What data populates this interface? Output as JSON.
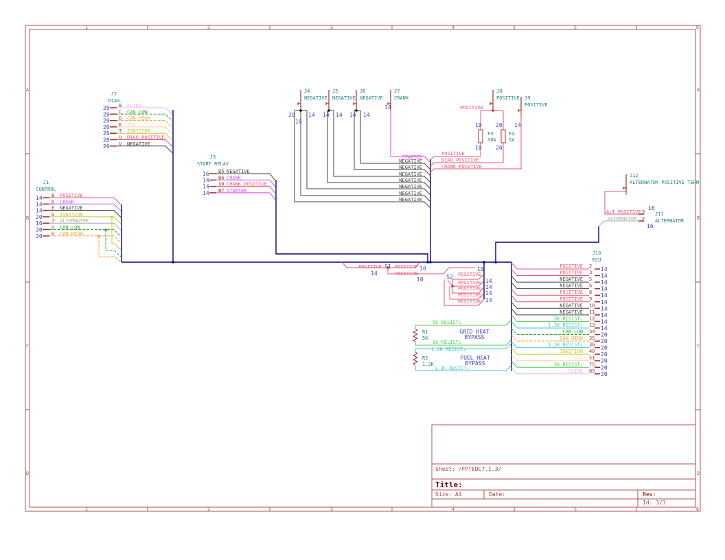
{
  "sheet": {
    "columns": [
      "1",
      "2",
      "3",
      "4",
      "5",
      "6"
    ],
    "rows": [
      "A",
      "B",
      "C",
      "D"
    ]
  },
  "title_block": {
    "sheet": "Sheet: /FPTEDC7.1.3/",
    "title": "Title:",
    "size": "Size: A4",
    "date": "Date:",
    "rev": "Rev:",
    "id": "Id: 3/3"
  },
  "colors": {
    "positive": "#f0506e",
    "crank": "#c060f0",
    "negative": "#404040",
    "ignition": "#c8c832",
    "alternator": "#a8a8a8",
    "can_low": "#30a830",
    "can_high": "#f8a030",
    "ess": "#f8d0a8",
    "kline": "#f0b0f0",
    "starter": "#e040e0",
    "resist5k": "#50c850",
    "resist13k": "#40c8c8",
    "bus": "#000084",
    "frame": "#b05050",
    "pin": "#a03030"
  },
  "j2": {
    "ref": "J2",
    "name": "DIAG",
    "pins": [
      {
        "pin": "B",
        "gauge": "20",
        "net": "KLINE",
        "color": "kline"
      },
      {
        "pin": "C",
        "gauge": "20",
        "net": "CAN LOW",
        "color": "can_low"
      },
      {
        "pin": "D",
        "gauge": "20",
        "net": "CAN HIGH",
        "color": "can_high"
      },
      {
        "pin": "E",
        "gauge": "20",
        "net": "ESS",
        "color": "ess"
      },
      {
        "pin": "T",
        "gauge": "20",
        "net": "IGNITION",
        "color": "ignition"
      },
      {
        "pin": "U",
        "gauge": "20",
        "net": "DIAG POSITIVE",
        "color": "positive"
      },
      {
        "pin": "V",
        "gauge": "20",
        "net": "NEGATIVE",
        "color": "negative"
      }
    ]
  },
  "j1": {
    "ref": "J1",
    "name": "CONTROL",
    "pins": [
      {
        "pin": "B",
        "gauge": "14",
        "net": "POSITIVE",
        "color": "positive"
      },
      {
        "pin": "D",
        "gauge": "14",
        "net": "CRANK",
        "color": "crank"
      },
      {
        "pin": "E",
        "gauge": "14",
        "net": "NEGATIVE",
        "color": "negative"
      },
      {
        "pin": "G",
        "gauge": "20",
        "net": "IGNITION",
        "color": "ignition"
      },
      {
        "pin": "J",
        "gauge": "16",
        "net": "ALTERNATOR",
        "color": "alternator"
      },
      {
        "pin": "U",
        "gauge": "20",
        "net": "CAN LOW",
        "color": "can_low"
      },
      {
        "pin": "V",
        "gauge": "20",
        "net": "CAN HIGH",
        "color": "can_high"
      }
    ]
  },
  "j3": {
    "ref": "J3",
    "name": "START RELAY",
    "pins": [
      {
        "pin": "B5",
        "gauge": "16",
        "net": "NEGATIVE",
        "color": "negative"
      },
      {
        "pin": "B6",
        "gauge": "14",
        "net": "CRANK",
        "color": "crank"
      },
      {
        "pin": "30",
        "gauge": "14",
        "net": "CRANK POSITIVE",
        "color": "positive"
      },
      {
        "pin": "B7",
        "gauge": "14",
        "net": "STARTER",
        "color": "starter"
      }
    ]
  },
  "terminals": [
    {
      "ref": "J4",
      "name": "NEGATIVE"
    },
    {
      "ref": "J5",
      "name": "NEGATIVE"
    },
    {
      "ref": "J6",
      "name": "NEGATIVE"
    },
    {
      "ref": "J7",
      "name": "CRANK"
    },
    {
      "ref": "J8",
      "name": "POSITIVE"
    },
    {
      "ref": "J9",
      "name": "POSITIVE"
    },
    {
      "ref": "J12",
      "name": "ALTERNATOR POSITIVE TERM"
    }
  ],
  "negatives": {
    "gauges": [
      "20",
      "16",
      "14",
      "14",
      "14",
      "14",
      "14"
    ],
    "labels": [
      "NEGATIVE",
      "NEGATIVE",
      "NEGATIVE",
      "NEGATIVE",
      "NEGATIVE",
      "NEGATIVE",
      "NEGATIVE"
    ],
    "starter_label": "STARTER",
    "starter_gauge": "14"
  },
  "fuses": {
    "junction_label": "POSITIVE",
    "f3": {
      "ref": "F3",
      "value": "30A",
      "gauge_top": "10",
      "gauge_bottom": "10"
    },
    "f4": {
      "ref": "F4",
      "value": "5A",
      "gauge_top": "20",
      "gauge_bottom": "20"
    },
    "j9_gauge": "14",
    "wires": [
      "POSITIVE",
      "DIAG POSITIVE",
      "CRANK POSITIVE"
    ]
  },
  "j11": {
    "ref": "J11",
    "name": "ALTERNATOR",
    "pins": [
      {
        "pin": "3",
        "gauge": "16",
        "net": "ALT POSITIVE",
        "color": "positive"
      },
      {
        "pin": "2",
        "gauge": "16",
        "net": "ALTERNATOR",
        "color": "alternator"
      }
    ]
  },
  "splices": {
    "s1": {
      "ref": "S1",
      "left_label": "POSITIVE",
      "left_gauge": "14",
      "right_label": "POSITIVE",
      "right_gauge": "10",
      "lower_label": "POSITIVE",
      "lower_gauge": "10"
    },
    "s2": {
      "ref": "S2",
      "top_label": "POSITIVE",
      "top_gauge": "10",
      "labels": [
        "POSITIVE",
        "POSITIVE",
        "POSITIVE",
        "POSITIVE"
      ],
      "gauges": [
        "14",
        "14",
        "14",
        "14"
      ]
    }
  },
  "resistors": {
    "r1": {
      "ref": "R1",
      "value": "5K",
      "label": "GRID HEAT",
      "label2": "BYPASS",
      "top": "5K RESIST₁",
      "bottom": "5K RESIST₂"
    },
    "r2": {
      "ref": "R2",
      "value": "1.3K",
      "label": "FUEL HEAT",
      "label2": "BYPASS",
      "top": "1.3K RESIST₁",
      "bottom": "1.3K RESIST₂"
    }
  },
  "j10": {
    "ref": "J10",
    "name": "ECU",
    "pins": [
      {
        "pin": "2",
        "gauge": "14",
        "net": "POSITIVE",
        "color": "positive"
      },
      {
        "pin": "3",
        "gauge": "14",
        "net": "POSITIVE",
        "color": "positive"
      },
      {
        "pin": "5",
        "gauge": "14",
        "net": "NEGATIVE",
        "color": "negative"
      },
      {
        "pin": "6",
        "gauge": "14",
        "net": "NEGATIVE",
        "color": "negative"
      },
      {
        "pin": "8",
        "gauge": "14",
        "net": "POSITIVE",
        "color": "positive"
      },
      {
        "pin": "9",
        "gauge": "14",
        "net": "POSITIVE",
        "color": "positive"
      },
      {
        "pin": "10",
        "gauge": "14",
        "net": "NEGATIVE",
        "color": "negative"
      },
      {
        "pin": "11",
        "gauge": "14",
        "net": "NEGATIVE",
        "color": "negative"
      },
      {
        "pin": "12",
        "gauge": "14",
        "net": "5K RESIST₁",
        "color": "resist5k"
      },
      {
        "pin": "13",
        "gauge": "14",
        "net": "1.3K RESIST₁",
        "color": "resist13k"
      },
      {
        "pin": "34",
        "gauge": "20",
        "net": "CAN LOW",
        "color": "can_low"
      },
      {
        "pin": "35",
        "gauge": "20",
        "net": "CAN HIGH",
        "color": "can_high"
      },
      {
        "pin": "36",
        "gauge": "20",
        "net": "1.3K RESIST₂",
        "color": "resist13k"
      },
      {
        "pin": "40",
        "gauge": "20",
        "net": "IGNITION",
        "color": "ignition"
      },
      {
        "pin": "51",
        "gauge": "20",
        "net": "ESS",
        "color": "ess"
      },
      {
        "pin": "75",
        "gauge": "20",
        "net": "5K RESIST₂",
        "color": "resist5k"
      },
      {
        "pin": "89",
        "gauge": "20",
        "net": "KLINE",
        "color": "kline"
      }
    ]
  }
}
